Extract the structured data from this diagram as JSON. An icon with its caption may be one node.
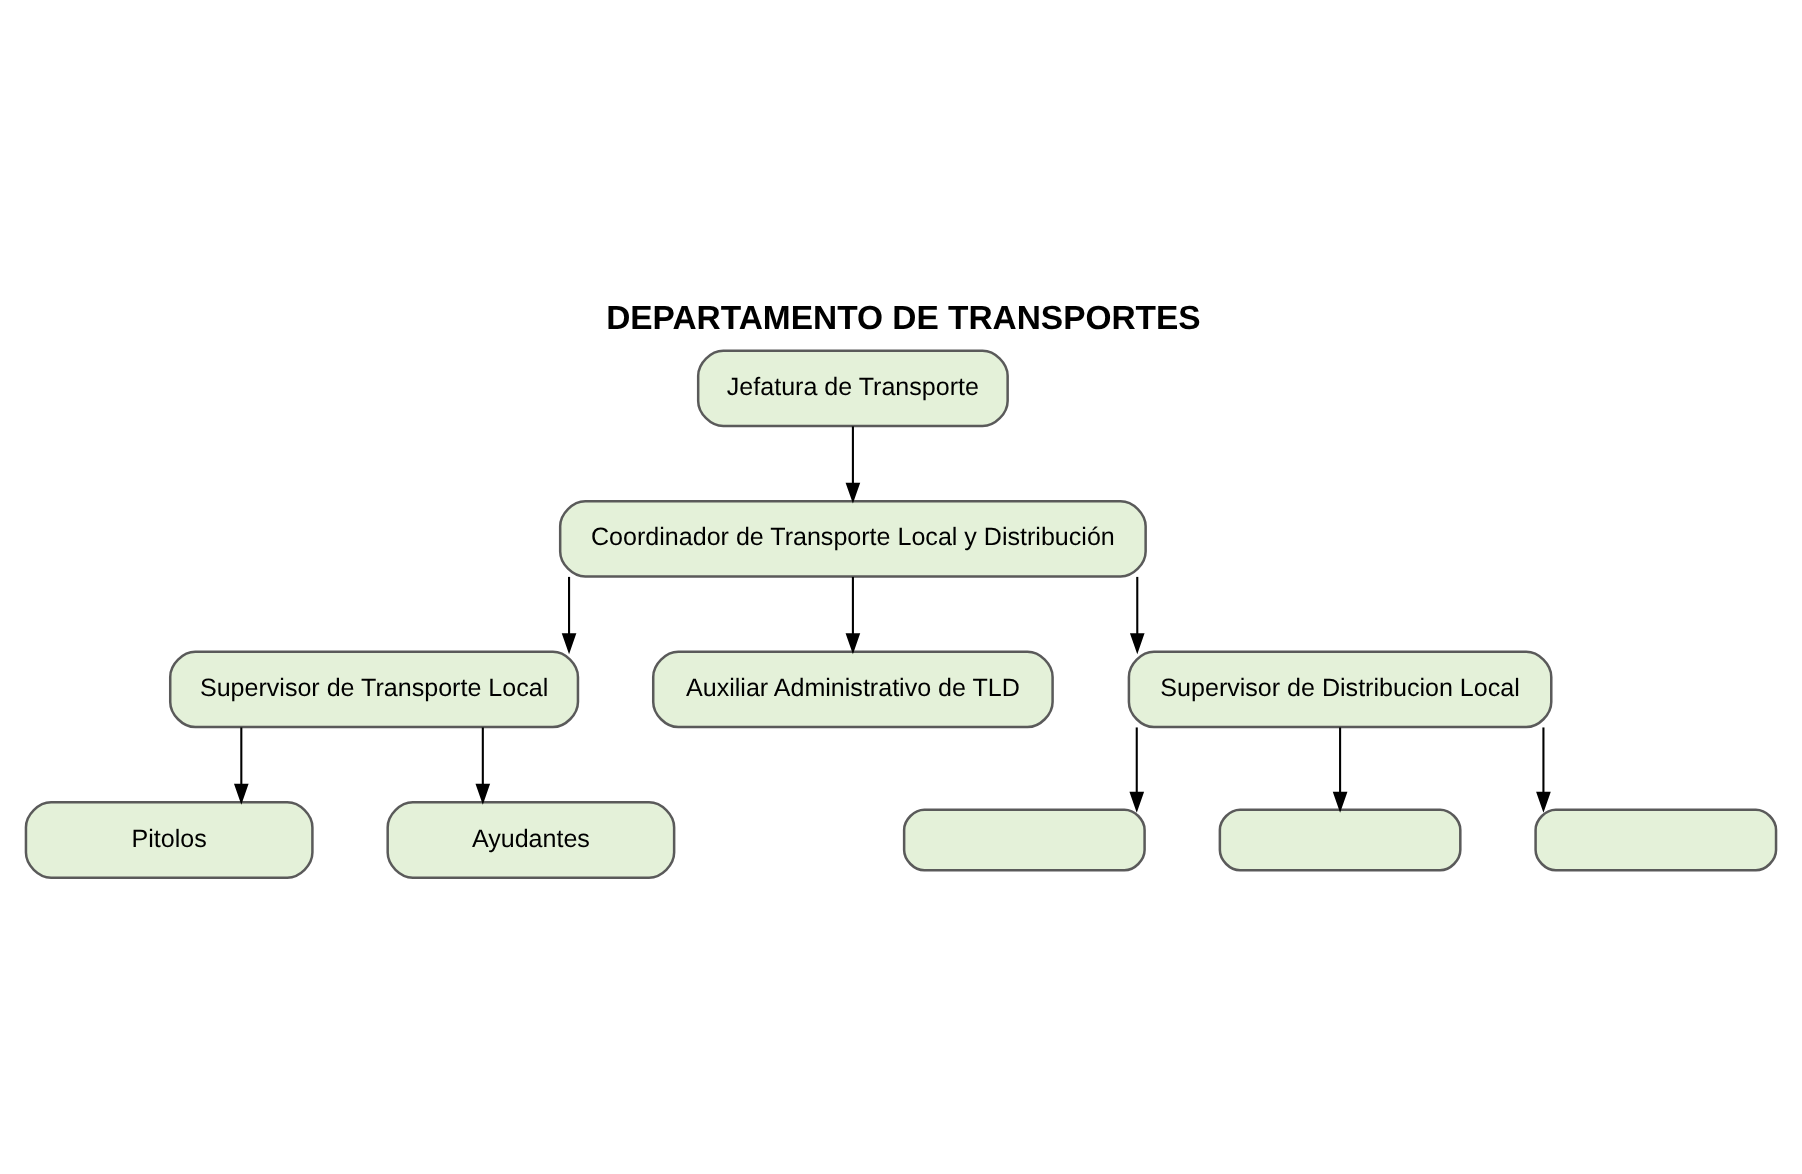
{
  "diagram": {
    "title": "DEPARTAMENTO DE TRANSPORTES",
    "nodes": [
      {
        "text": [
          "Jefatura de Transporte"
        ]
      },
      {
        "text": [
          "Coordinador de Transporte Local y Distribución"
        ]
      },
      {
        "text": [
          "Supervisor de Transporte Local"
        ]
      },
      {
        "text": [
          "Auxiliar Administrativo de TLD"
        ]
      },
      {
        "text": [
          "Supervisor de Distribucion Local"
        ]
      },
      {
        "text": [
          "Pitolos"
        ]
      },
      {
        "text": [
          "Ayudantes"
        ]
      },
      {
        "text": [],
        "shape": "box"
      },
      {
        "text": [],
        "shape": "box"
      },
      {
        "text": [],
        "shape": "box"
      }
    ],
    "edges": [
      {
        "from": 0,
        "to": 1,
        "arrow": "to"
      },
      {
        "from": 1,
        "to": 2,
        "arrow": "to"
      },
      {
        "from": 1,
        "to": 3,
        "arrow": "to"
      },
      {
        "from": 1,
        "to": 4,
        "arrow": "to"
      },
      {
        "from": 2,
        "to": 5,
        "arrow": "to"
      },
      {
        "from": 2,
        "to": 6,
        "arrow": "to"
      },
      {
        "from": 4,
        "to": 7,
        "arrow": "to"
      },
      {
        "from": 4,
        "to": 8,
        "arrow": "to"
      },
      {
        "from": 4,
        "to": 9,
        "arrow": "to"
      }
    ]
  }
}
